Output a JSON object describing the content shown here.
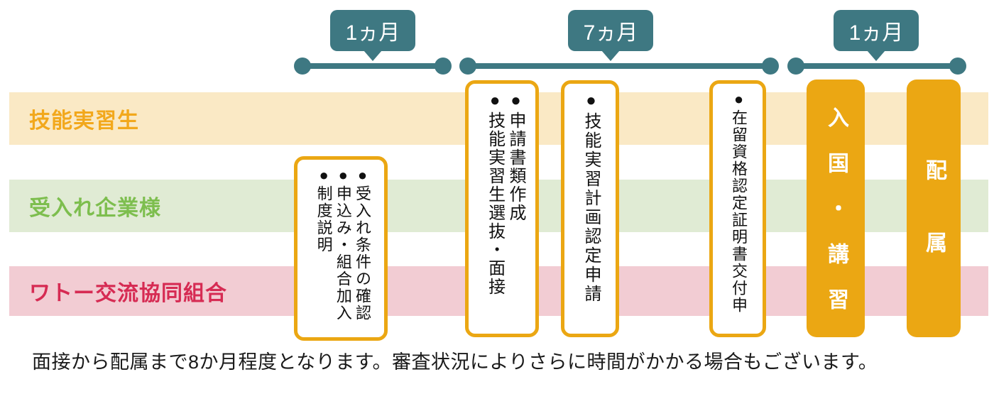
{
  "timeline": {
    "segments": [
      {
        "label": "1ヵ月"
      },
      {
        "label": "7ヵ月"
      },
      {
        "label": "1ヵ月"
      }
    ],
    "color": "#3E7882"
  },
  "rows": [
    {
      "label": "技能実習生",
      "band_color": "#FAE9C5",
      "text_color": "#F2A81C"
    },
    {
      "label": "受入れ企業様",
      "band_color": "#E0EBD4",
      "text_color": "#7DBE4E"
    },
    {
      "label": "ワトー交流協同組合",
      "band_color": "#F2CCD3",
      "text_color": "#D62B53"
    }
  ],
  "steps": [
    {
      "items": [
        "●受入れ条件の確認",
        "●申込み・組合加入",
        "●制度説明"
      ]
    },
    {
      "items": [
        "●申請書類作成",
        "●技能実習生選抜・面接"
      ]
    },
    {
      "items": [
        "●技能実習計画認定申請"
      ]
    },
    {
      "items": [
        "●在留資格認定証明書交付申請"
      ]
    }
  ],
  "milestones": [
    {
      "label": "入国・講習"
    },
    {
      "label": "配属"
    }
  ],
  "caption": {
    "text": "面接から配属まで8か月程度となります。審査状況によりさらに時間がかかる場合もございます。"
  },
  "accent_colors": {
    "box_border_orange": "#EBA713",
    "timeline_teal": "#3E7882"
  }
}
